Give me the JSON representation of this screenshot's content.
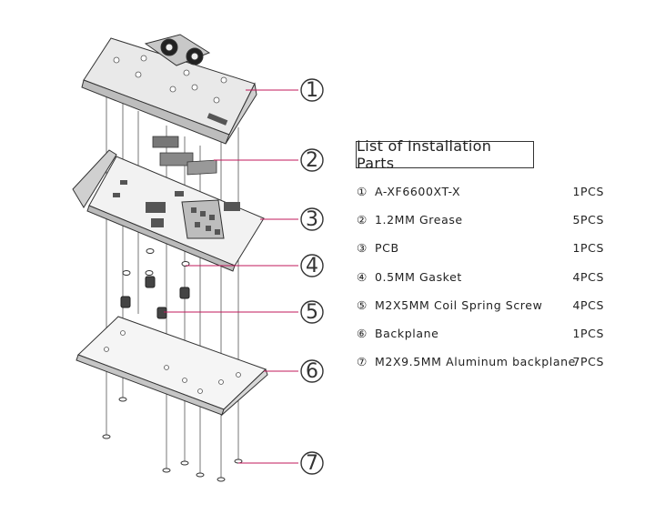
{
  "list_title": "List of Installation Parts",
  "parts": [
    {
      "num": "①",
      "name": "A-XF6600XT-X",
      "qty": "1PCS"
    },
    {
      "num": "②",
      "name": "1.2MM Grease",
      "qty": "5PCS"
    },
    {
      "num": "③",
      "name": "PCB",
      "qty": "1PCS"
    },
    {
      "num": "④",
      "name": "0.5MM  Gasket",
      "qty": "4PCS"
    },
    {
      "num": "⑤",
      "name": "M2X5MM Coil Spring Screw",
      "qty": "4PCS"
    },
    {
      "num": "⑥",
      "name": "Backplane",
      "qty": "1PCS"
    },
    {
      "num": "⑦",
      "name": "M2X9.5MM Aluminum backplane",
      "qty": "7PCS"
    }
  ],
  "callouts": [
    "1",
    "2",
    "3",
    "4",
    "5",
    "6",
    "7"
  ],
  "colors": {
    "leader": "#c2185b",
    "line": "#333333"
  }
}
